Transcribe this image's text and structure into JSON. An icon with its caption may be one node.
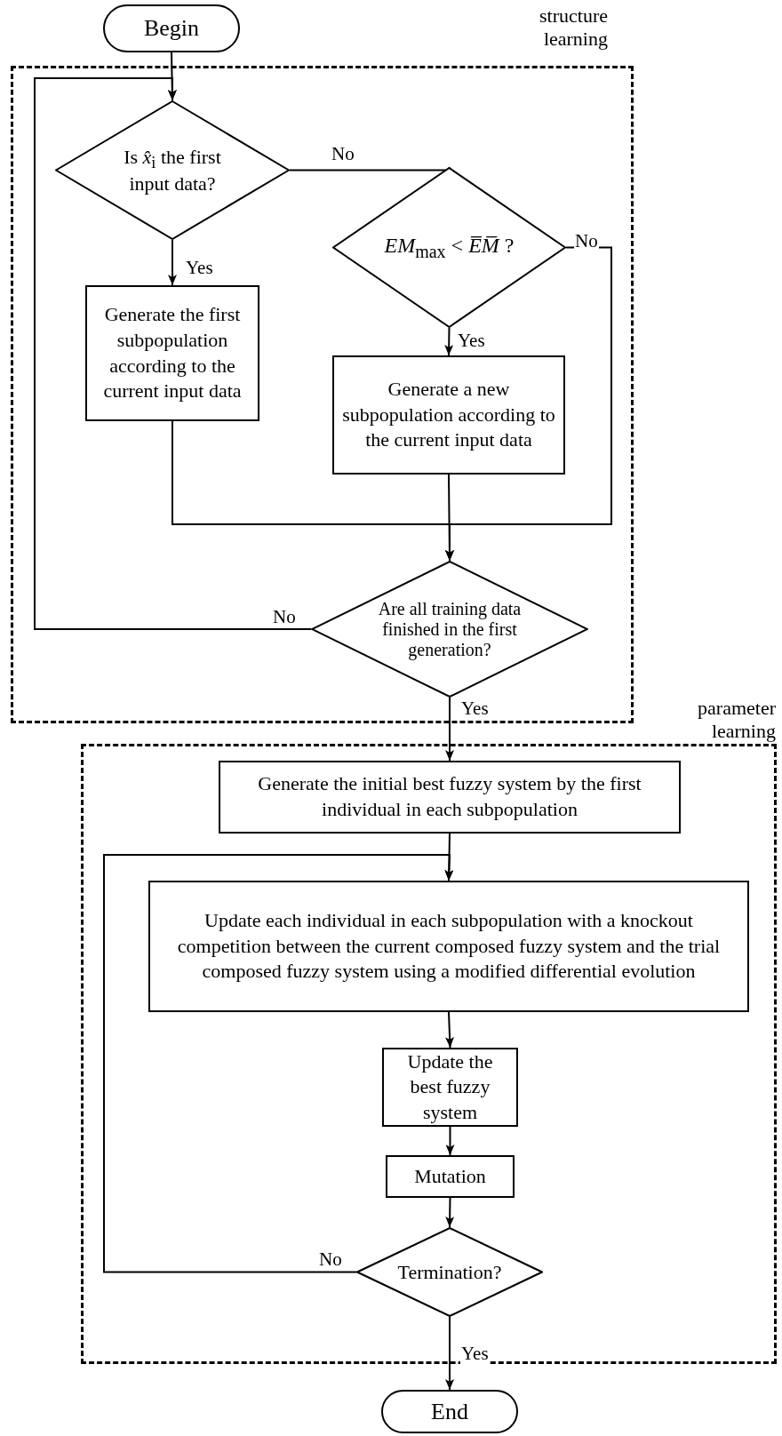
{
  "diagram": {
    "nodes": [
      {
        "text": [
          "Begin"
        ]
      },
      {
        "text": [
          "structure learning"
        ]
      },
      {
        "text": [
          "Is *x̂*$_{i}$ the first input data?"
        ],
        "in": 1
      },
      {
        "text": [
          "*EM*$_{max}$ < *E̅M̅* ?"
        ],
        "in": 1
      },
      {
        "text": [
          "Generate the first subpopulation according to the current input data"
        ],
        "in": 1
      },
      {
        "text": [
          "Generate a new subpopulation according to the current input data"
        ],
        "in": 1
      },
      {
        "text": [
          "Are all training data finished in the first generation?"
        ],
        "in": 1
      },
      {
        "text": [
          "parameter learning"
        ]
      },
      {
        "text": [
          "Generate the initial best fuzzy system by the first individual in each subpopulation"
        ],
        "in": 7
      },
      {
        "text": [
          "Update each individual in each subpopulation with a knockout competition between the current composed fuzzy system and the trial composed fuzzy system using a modified differential evolution"
        ],
        "in": 7
      },
      {
        "text": [
          "Update the best fuzzy system"
        ],
        "in": 7
      },
      {
        "text": [
          "Mutation"
        ],
        "in": 7
      },
      {
        "text": [
          "Termination?"
        ],
        "in": 7
      },
      {
        "text": [
          "End"
        ]
      }
    ],
    "edges": [
      {
        "from": 0,
        "to": 2,
        "arrow": "to"
      },
      {
        "from": 2,
        "to": 4,
        "arrow": "to",
        "label": "Yes"
      },
      {
        "from": 2,
        "to": 3,
        "arrow": "to",
        "label": "No"
      },
      {
        "from": 3,
        "to": 5,
        "arrow": "to",
        "label": "Yes"
      },
      {
        "from": 3,
        "to": 6,
        "arrow": "to",
        "label": "No"
      },
      {
        "from": 4,
        "to": 6,
        "arrow": "to"
      },
      {
        "from": 5,
        "to": 6,
        "arrow": "to"
      },
      {
        "from": 6,
        "to": 2,
        "arrow": "to",
        "label": "No"
      },
      {
        "from": 6,
        "to": 8,
        "arrow": "to",
        "label": "Yes"
      },
      {
        "from": 8,
        "to": 9,
        "arrow": "to"
      },
      {
        "from": 9,
        "to": 10,
        "arrow": "to"
      },
      {
        "from": 10,
        "to": 11,
        "arrow": "to"
      },
      {
        "from": 11,
        "to": 12,
        "arrow": "to"
      },
      {
        "from": 12,
        "to": 13,
        "arrow": "to",
        "label": "Yes"
      },
      {
        "from": 12,
        "to": 9,
        "arrow": "to",
        "label": "No"
      }
    ]
  }
}
